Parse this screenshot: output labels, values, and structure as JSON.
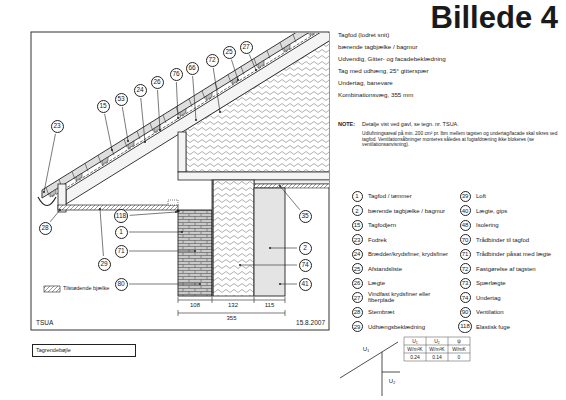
{
  "diagram": {
    "title": "Billede 4",
    "nodes": [
      {
        "text": [
          "15"
        ]
      },
      {
        "text": [
          "53"
        ]
      },
      {
        "text": [
          "24"
        ]
      },
      {
        "text": [
          "26"
        ]
      },
      {
        "text": [
          "76"
        ]
      },
      {
        "text": [
          "66"
        ]
      },
      {
        "text": [
          "72"
        ]
      },
      {
        "text": [
          "25"
        ]
      },
      {
        "text": [
          "27"
        ]
      },
      {
        "text": [
          "23"
        ]
      },
      {
        "text": [
          "28"
        ]
      },
      {
        "text": [
          "118"
        ]
      },
      {
        "text": [
          "1"
        ]
      },
      {
        "text": [
          "71"
        ]
      },
      {
        "text": [
          "80"
        ]
      },
      {
        "text": [
          "29"
        ]
      },
      {
        "text": [
          "35"
        ]
      },
      {
        "text": [
          "2"
        ]
      },
      {
        "text": [
          "74"
        ]
      },
      {
        "text": [
          "41"
        ]
      },
      {
        "text": [
          "1"
        ]
      },
      {
        "text": [
          "2"
        ]
      },
      {
        "text": [
          "15"
        ]
      },
      {
        "text": [
          "23"
        ]
      },
      {
        "text": [
          "24"
        ]
      },
      {
        "text": [
          "25"
        ]
      },
      {
        "text": [
          "26"
        ]
      },
      {
        "text": [
          "27"
        ]
      },
      {
        "text": [
          "28"
        ]
      },
      {
        "text": [
          "29"
        ]
      },
      {
        "text": [
          "39"
        ]
      },
      {
        "text": [
          "40"
        ]
      },
      {
        "text": [
          "48"
        ]
      },
      {
        "text": [
          "70"
        ]
      },
      {
        "text": [
          "71"
        ]
      },
      {
        "text": [
          "72"
        ]
      },
      {
        "text": [
          "73"
        ]
      },
      {
        "text": [
          "74"
        ]
      },
      {
        "text": [
          "90"
        ]
      },
      {
        "text": [
          "118"
        ]
      },
      {
        "text": [
          "Tagrendebøjle"
        ]
      }
    ],
    "labels": [
      "Tagfod (lodret snit)",
      "bærende tagbjælke / bagmur",
      "Udvendig, Gitter- og facadebeklædning",
      "Tag med udhæng, 25° gitterspær",
      "Undertag, banevare",
      "Kombinationsvæg, 355 mm",
      "NOTE:",
      "Detalje vist ved gavl, se tegn. nr. TSUA.",
      "Udluftningsareal på min. 200 cm² pr. lbm mellem tagsten og undertag/facade skal sikres ved tagfod. Ventilationsåbninger monteres således at fugtafdræning ikke blokeres (se ventilationsanvisning).",
      "Tagfod / tømmer",
      "bærende tagbjælke / bagmur",
      "Tagfodjern",
      "Fodrek",
      "Brædder/krydsfiner, krydsfiner",
      "Afstandsliste",
      "Lægte",
      "Vindfast krydsfiner eller fiberplade",
      "Stembræt",
      "Udhængsbeklædning",
      "Loft",
      "Lægte, gips",
      "Isolering",
      "Trådbinder til tagfod",
      "Trådbinder påsat med lægte",
      "Fastgørelse af tagsten",
      "Spærlægte",
      "Undertag",
      "Ventilation",
      "Elastisk fuge",
      "TSUA",
      "15.8.2007",
      "Tilstødende bjælke",
      "108",
      "132",
      "115",
      "355",
      "U₁",
      "U₂",
      "ψ",
      "W/m²K",
      "W/m²K",
      "W/mK",
      "0.24",
      "0.14",
      "0",
      "U₁",
      "U₂"
    ]
  }
}
